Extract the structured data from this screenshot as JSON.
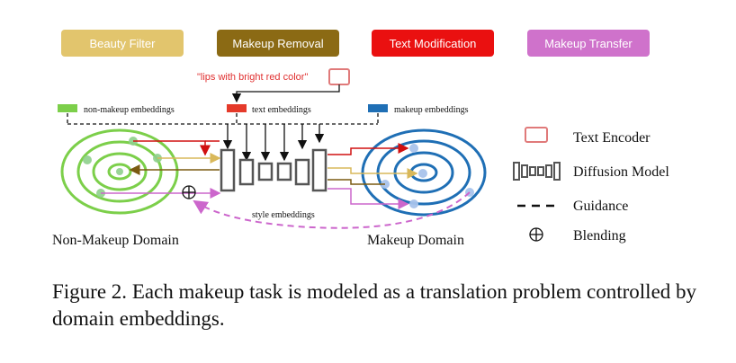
{
  "tasks": [
    {
      "label": "Beauty Filter",
      "color": "#e0c56e"
    },
    {
      "label": "Makeup Removal",
      "color": "#8b6914"
    },
    {
      "label": "Text Modification",
      "color": "#e81010"
    },
    {
      "label": "Makeup Transfer",
      "color": "#cc70c8"
    }
  ],
  "prompt": "\"lips with bright red color\"",
  "embeddings": {
    "non_makeup": "non-makeup embeddings",
    "text": "text embeddings",
    "makeup": "makeup embeddings",
    "style": "style embeddings"
  },
  "domains": {
    "non_makeup": "Non-Makeup Domain",
    "makeup": "Makeup Domain"
  },
  "legend": {
    "text_encoder": "Text Encoder",
    "diffusion_model": "Diffusion Model",
    "guidance": "Guidance",
    "blending": "Blending"
  },
  "caption": {
    "label": "Figure 2.",
    "text": "Each makeup task is modeled as a translation problem controlled by domain embeddings."
  },
  "colors": {
    "green": "#7ccf4a",
    "blue": "#1f6fb5",
    "red_embed": "#e53a2a",
    "text_encoder": "#e07a7a",
    "style_dash": "#cc66cc"
  }
}
